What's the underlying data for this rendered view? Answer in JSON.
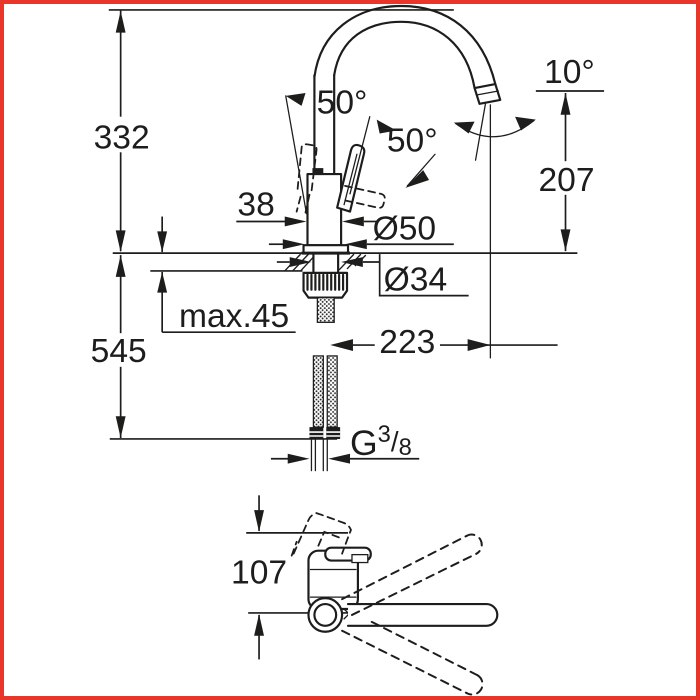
{
  "image": {
    "title": "Kitchen faucet technical dimension drawing",
    "views": [
      "side elevation with installation dimensions",
      "top view with handle and swivel spout range"
    ]
  },
  "colors": {
    "line": "#1d1d1b",
    "border": "#e8362b",
    "background": "#ffffff"
  },
  "dims": {
    "height_top": "332",
    "hose_below": "545",
    "counter_max": "max.45",
    "offset_38": "38",
    "dia_base": "Ø50",
    "dia_hole": "Ø34",
    "reach": "223",
    "outlet_height": "207",
    "outlet_angle": "10°",
    "handle_open": "50°",
    "handle_close": "50°",
    "thread_g": "G",
    "thread_sup": "3",
    "thread_slash": "/",
    "thread_sub": "8",
    "handle_depth": "107"
  }
}
